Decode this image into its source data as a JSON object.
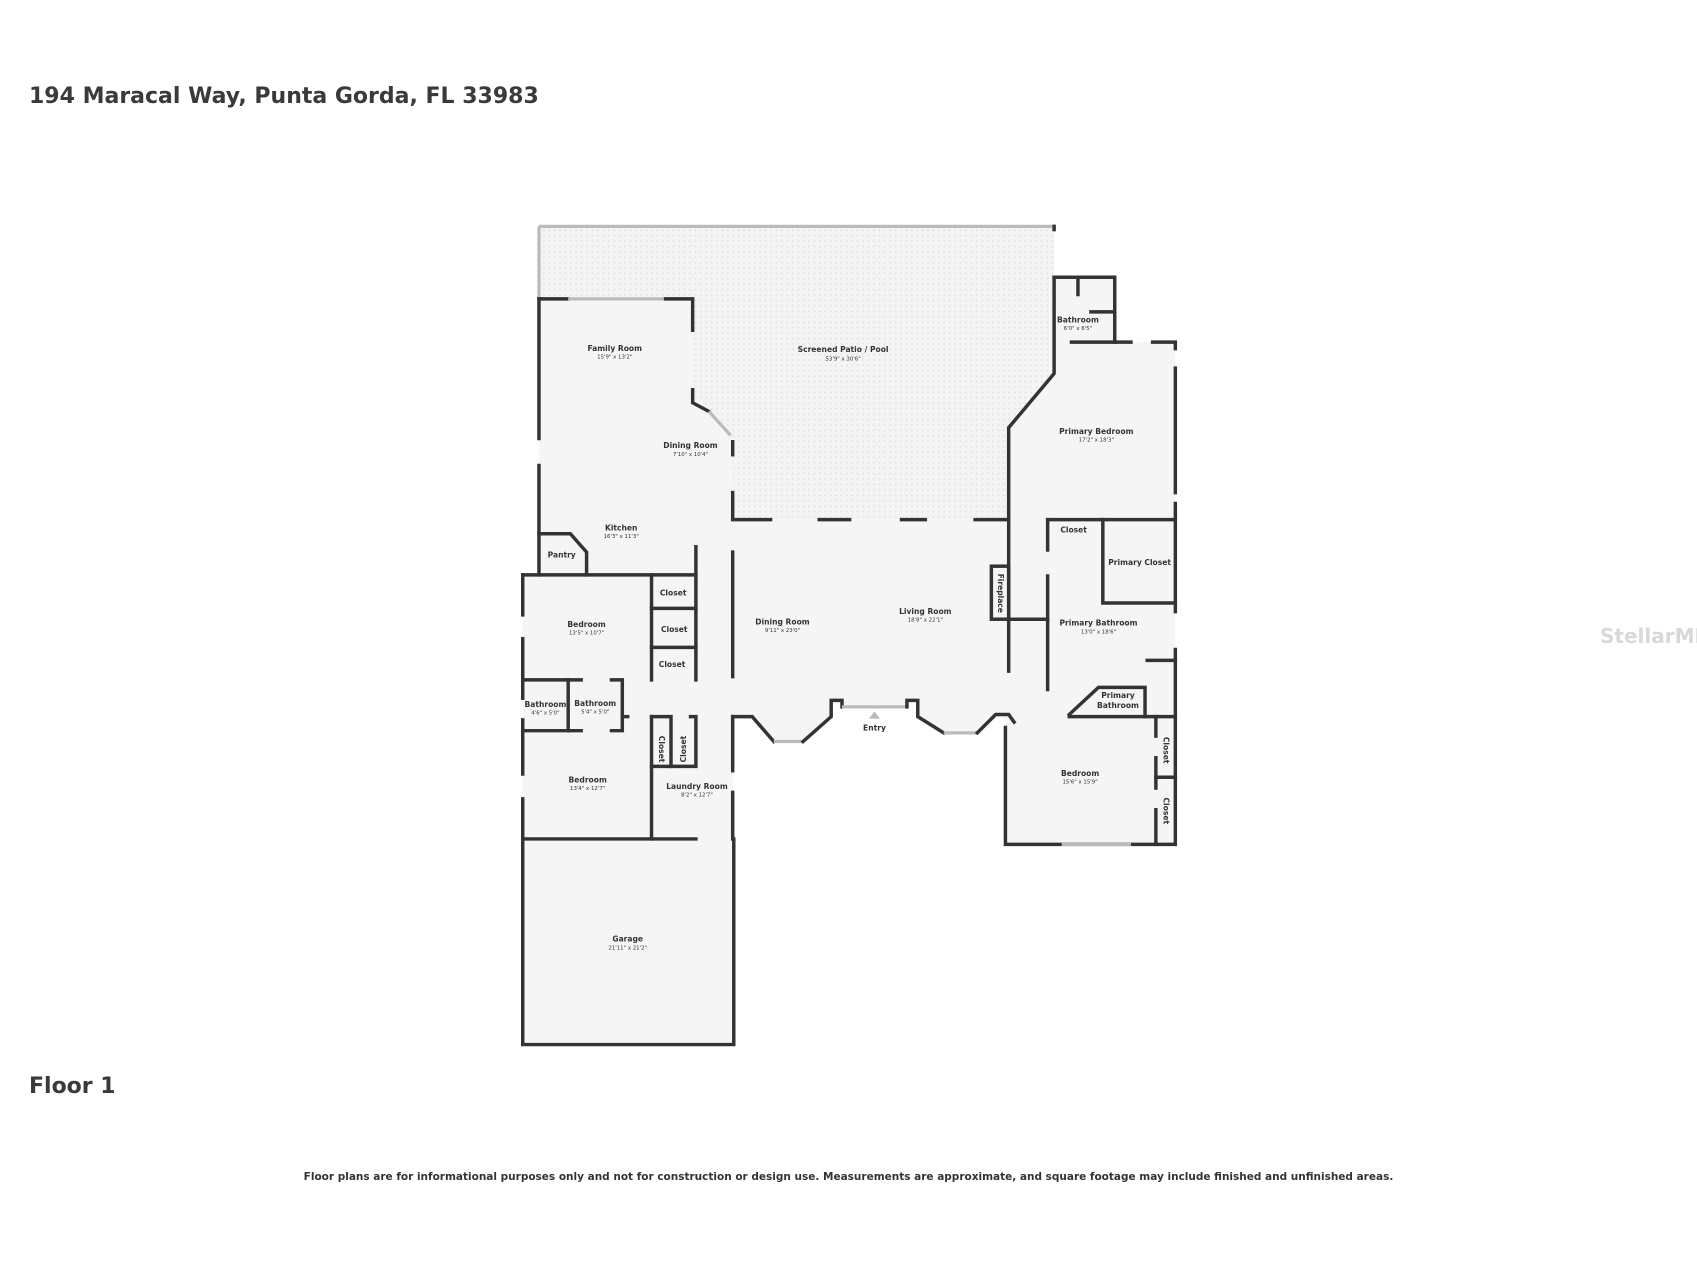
{
  "header": {
    "address": "194 Maracal Way, Punta Gorda, FL 33983"
  },
  "floor_label": "Floor 1",
  "disclaimer": "Floor plans are for informational purposes only and not for construction or design use. Measurements are approximate, and square footage may include finished and unfinished areas.",
  "watermark": "StellarMLS",
  "rooms": {
    "patio": {
      "name": "Screened Patio / Pool",
      "dims": "53'9\" x 30'6\""
    },
    "family": {
      "name": "Family Room",
      "dims": "15'9\" x 13'2\""
    },
    "dining_small": {
      "name": "Dining Room",
      "dims": "7'10\" x 10'4\""
    },
    "kitchen": {
      "name": "Kitchen",
      "dims": "16'3\" x 11'3\""
    },
    "pantry": {
      "name": "Pantry"
    },
    "bedroom1": {
      "name": "Bedroom",
      "dims": "13'5\" x 10'7\""
    },
    "closet1": {
      "name": "Closet"
    },
    "closet2": {
      "name": "Closet"
    },
    "closet3": {
      "name": "Closet"
    },
    "bath1": {
      "name": "Bathroom",
      "dims": "4'6\" x 5'0\""
    },
    "bath2": {
      "name": "Bathroom",
      "dims": "5'4\" x 5'0\""
    },
    "bedroom2": {
      "name": "Bedroom",
      "dims": "13'4\" x 12'7\""
    },
    "closet4": {
      "name": "Closet"
    },
    "closet5": {
      "name": "Closet"
    },
    "laundry": {
      "name": "Laundry Room",
      "dims": "8'2\" x 12'7\""
    },
    "garage": {
      "name": "Garage",
      "dims": "21'11\" x 21'2\""
    },
    "dining": {
      "name": "Dining Room",
      "dims": "9'11\" x 23'0\""
    },
    "living": {
      "name": "Living Room",
      "dims": "18'8\" x 22'1\""
    },
    "fireplace": {
      "name": "Fireplace"
    },
    "entry": {
      "name": "Entry"
    },
    "bath3": {
      "name": "Bathroom",
      "dims": "6'0\" x 6'5\""
    },
    "primary_bed": {
      "name": "Primary Bedroom",
      "dims": "17'2\" x 18'3\""
    },
    "closet6": {
      "name": "Closet"
    },
    "primary_closet": {
      "name": "Primary Closet"
    },
    "primary_bath": {
      "name": "Primary Bathroom",
      "dims": "13'0\" x 18'6\""
    },
    "primary_bath2_l1": {
      "name": "Primary"
    },
    "primary_bath2_l2": {
      "name": "Bathroom"
    },
    "bedroom3": {
      "name": "Bedroom",
      "dims": "15'6\" x 15'9\""
    },
    "closet7": {
      "name": "Closet"
    },
    "closet8": {
      "name": "Closet"
    }
  }
}
